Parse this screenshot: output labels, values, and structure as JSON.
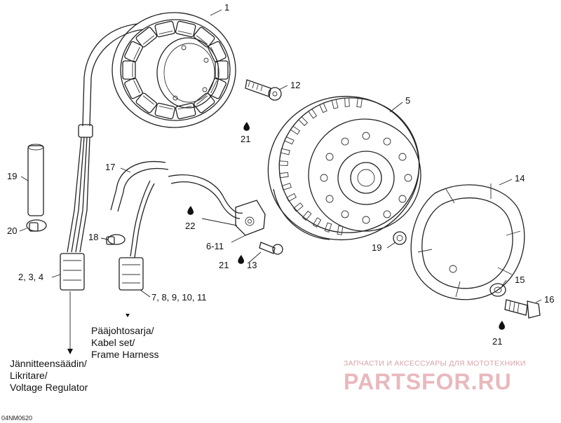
{
  "callouts": {
    "c1": "1",
    "c12": "12",
    "c21a": "21",
    "c5": "5",
    "c17": "17",
    "c19a": "19",
    "c14": "14",
    "c22": "22",
    "c20": "20",
    "c18": "18",
    "c611": "6-11",
    "c19b": "19",
    "c21b": "21",
    "c13": "13",
    "c15": "15",
    "c16": "16",
    "c234": "2, 3, 4",
    "c7811": "7, 8, 9, 10, 11",
    "c21c": "21"
  },
  "captions": {
    "harness_1": "Pääjohtosarja/",
    "harness_2": "Kabel set/",
    "harness_3": "Frame Harness",
    "regulator_1": "Jännitteensäädin/",
    "regulator_2": "Likritare/",
    "regulator_3": "Voltage Regulator"
  },
  "drawing_code": "04NM0620",
  "watermark": {
    "tagline": "ЗАПЧАСТИ И АКСЕССУАРЫ ДЛЯ МОТОТЕХНИКИ",
    "logo": "PARTSFOR.RU",
    "color": "#e9b8bd"
  }
}
